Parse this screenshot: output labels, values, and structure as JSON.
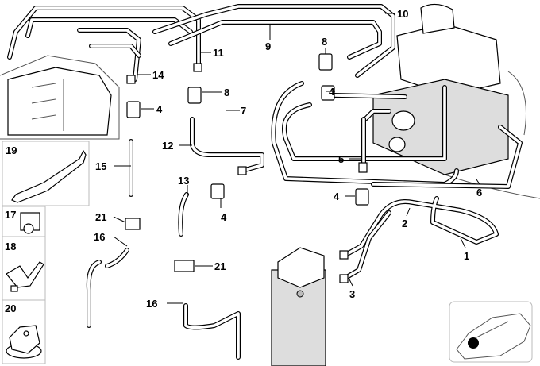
{
  "diagram": {
    "labels": [
      "10",
      "9",
      "8",
      "11",
      "14",
      "8",
      "7",
      "4",
      "4",
      "12",
      "5",
      "15",
      "13",
      "6",
      "4",
      "4",
      "2",
      "21",
      "16",
      "1",
      "21",
      "3",
      "16"
    ],
    "inset_labels": [
      "19",
      "17",
      "18",
      "20"
    ],
    "colors": {
      "line": "#000000",
      "background": "#ffffff",
      "panel_border": "#bbbbbb",
      "marker": "#000000"
    },
    "thumbnail": {
      "icon": "car-location-icon"
    }
  }
}
